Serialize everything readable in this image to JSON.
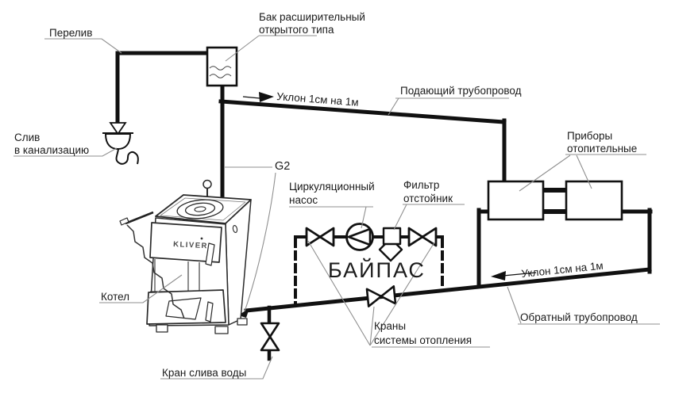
{
  "diagram_title": "Open-type heating system piping scheme",
  "labels": {
    "overflow": "Перелив",
    "tank_line1": "Бак расширительный",
    "tank_line2": "открытого типа",
    "sewer_line1": "Слив",
    "sewer_line2": "в канализацию",
    "slope_supply": "Уклон 1см на 1м",
    "supply_pipe": "Подающий трубопровод",
    "heaters_line1": "Приборы",
    "heaters_line2": "отопительные",
    "g2": "G2",
    "pump_line1": "Циркуляционный",
    "pump_line2": "насос",
    "filter_line1": "Фильтр",
    "filter_line2": "отстойник",
    "bypass": "БАЙПАС",
    "boiler": "Котел",
    "boiler_brand": "KLIVER",
    "slope_return": "Уклон   1см на 1м",
    "return_pipe": "Обратный трубопровод",
    "valves_line1": "Краны",
    "valves_line2": "системы отопления",
    "drain_valve": "Кран слива воды"
  },
  "colors": {
    "pipe": "#111111",
    "leader": "#8f8f8f",
    "text": "#1a1a1a",
    "bypass_text": "#b5b5b5",
    "background": "#ffffff"
  }
}
